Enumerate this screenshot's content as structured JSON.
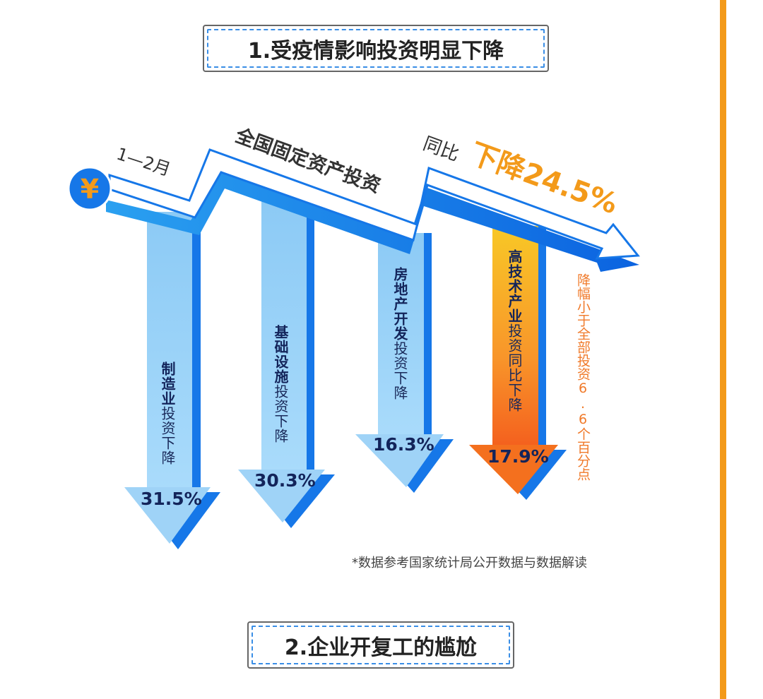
{
  "section1_title": "1.受疫情影响投资明显下降",
  "section2_title": "2.企业开复工的尴尬",
  "banner": {
    "period": "1—2月",
    "subject": "全国固定资产投资",
    "yoy_label": "同比",
    "decline": "下降24.5%",
    "currency_icon": "¥"
  },
  "arrows": [
    {
      "name_bold": "制造业",
      "name_rest": "投资下降",
      "value": "31.5%"
    },
    {
      "name_bold": "基础设施",
      "name_rest": "投资下降",
      "value": "30.3%"
    },
    {
      "name_bold": "房地产开发",
      "name_rest": "投资下降",
      "value": "16.3%"
    },
    {
      "name_bold": "高技术产业",
      "name_rest": "投资同比下降",
      "value": "17.9%"
    }
  ],
  "side_note": "降幅小于全部投资6.6个百分点",
  "footnote": "*数据参考国家统计局公开数据与数据解读",
  "colors": {
    "accent_orange": "#f39a1a",
    "blue": "#1677e8",
    "light_blue": "#9fd3f7",
    "navy": "#13245a"
  }
}
